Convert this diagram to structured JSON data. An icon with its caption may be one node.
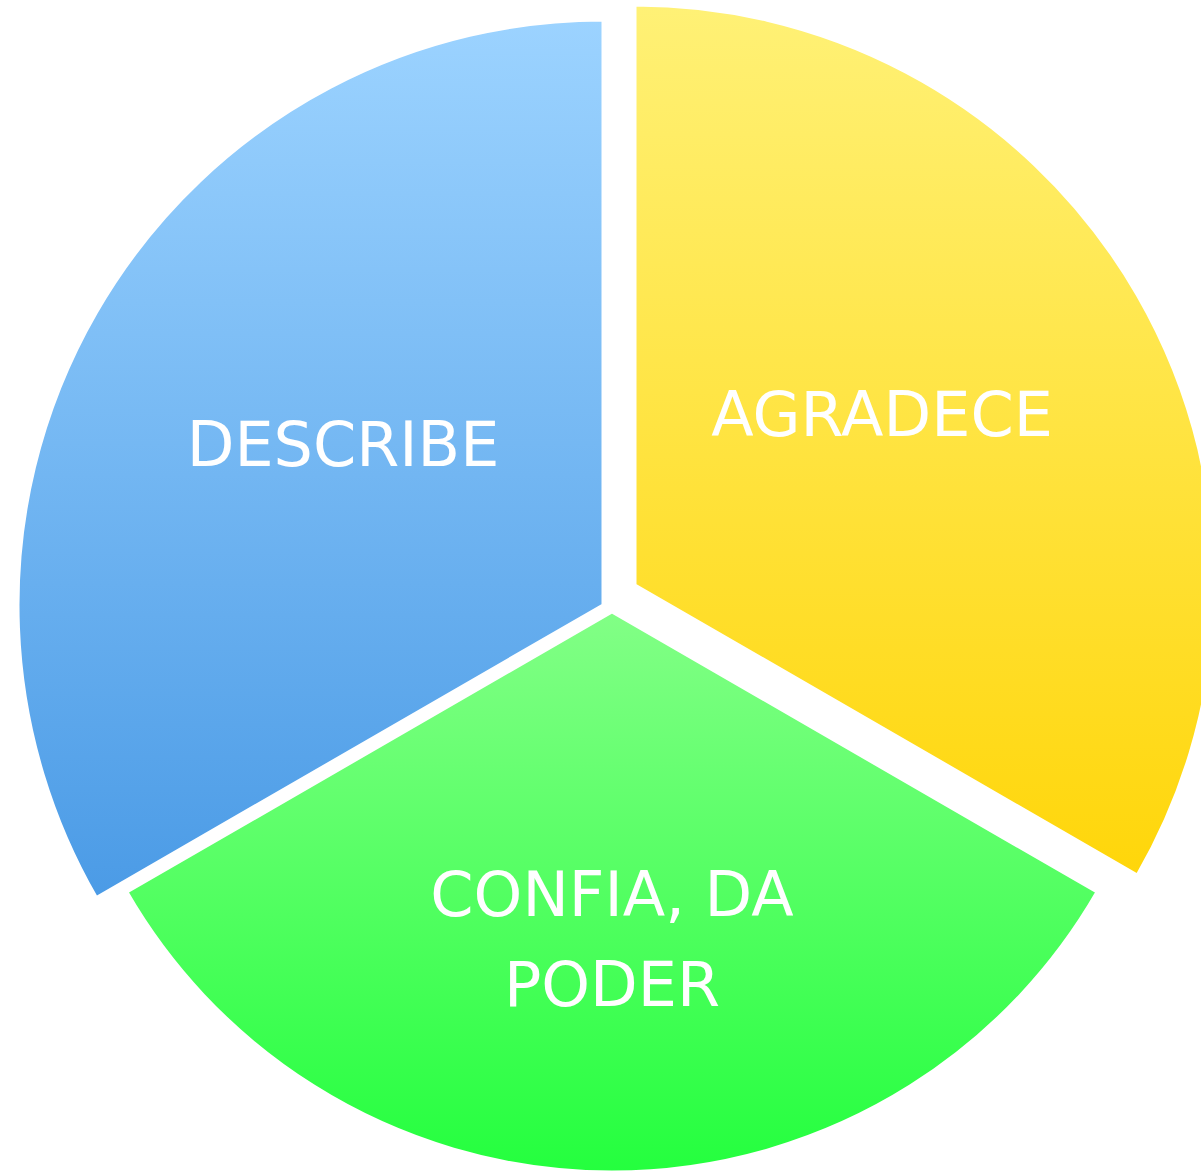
{
  "diagram": {
    "nodes": [
      {
        "text": [
          "DESCRIBE"
        ]
      },
      {
        "text": [
          "AGRADECE"
        ]
      },
      {
        "text": [
          "CONFIA, DA PODER"
        ]
      }
    ]
  }
}
